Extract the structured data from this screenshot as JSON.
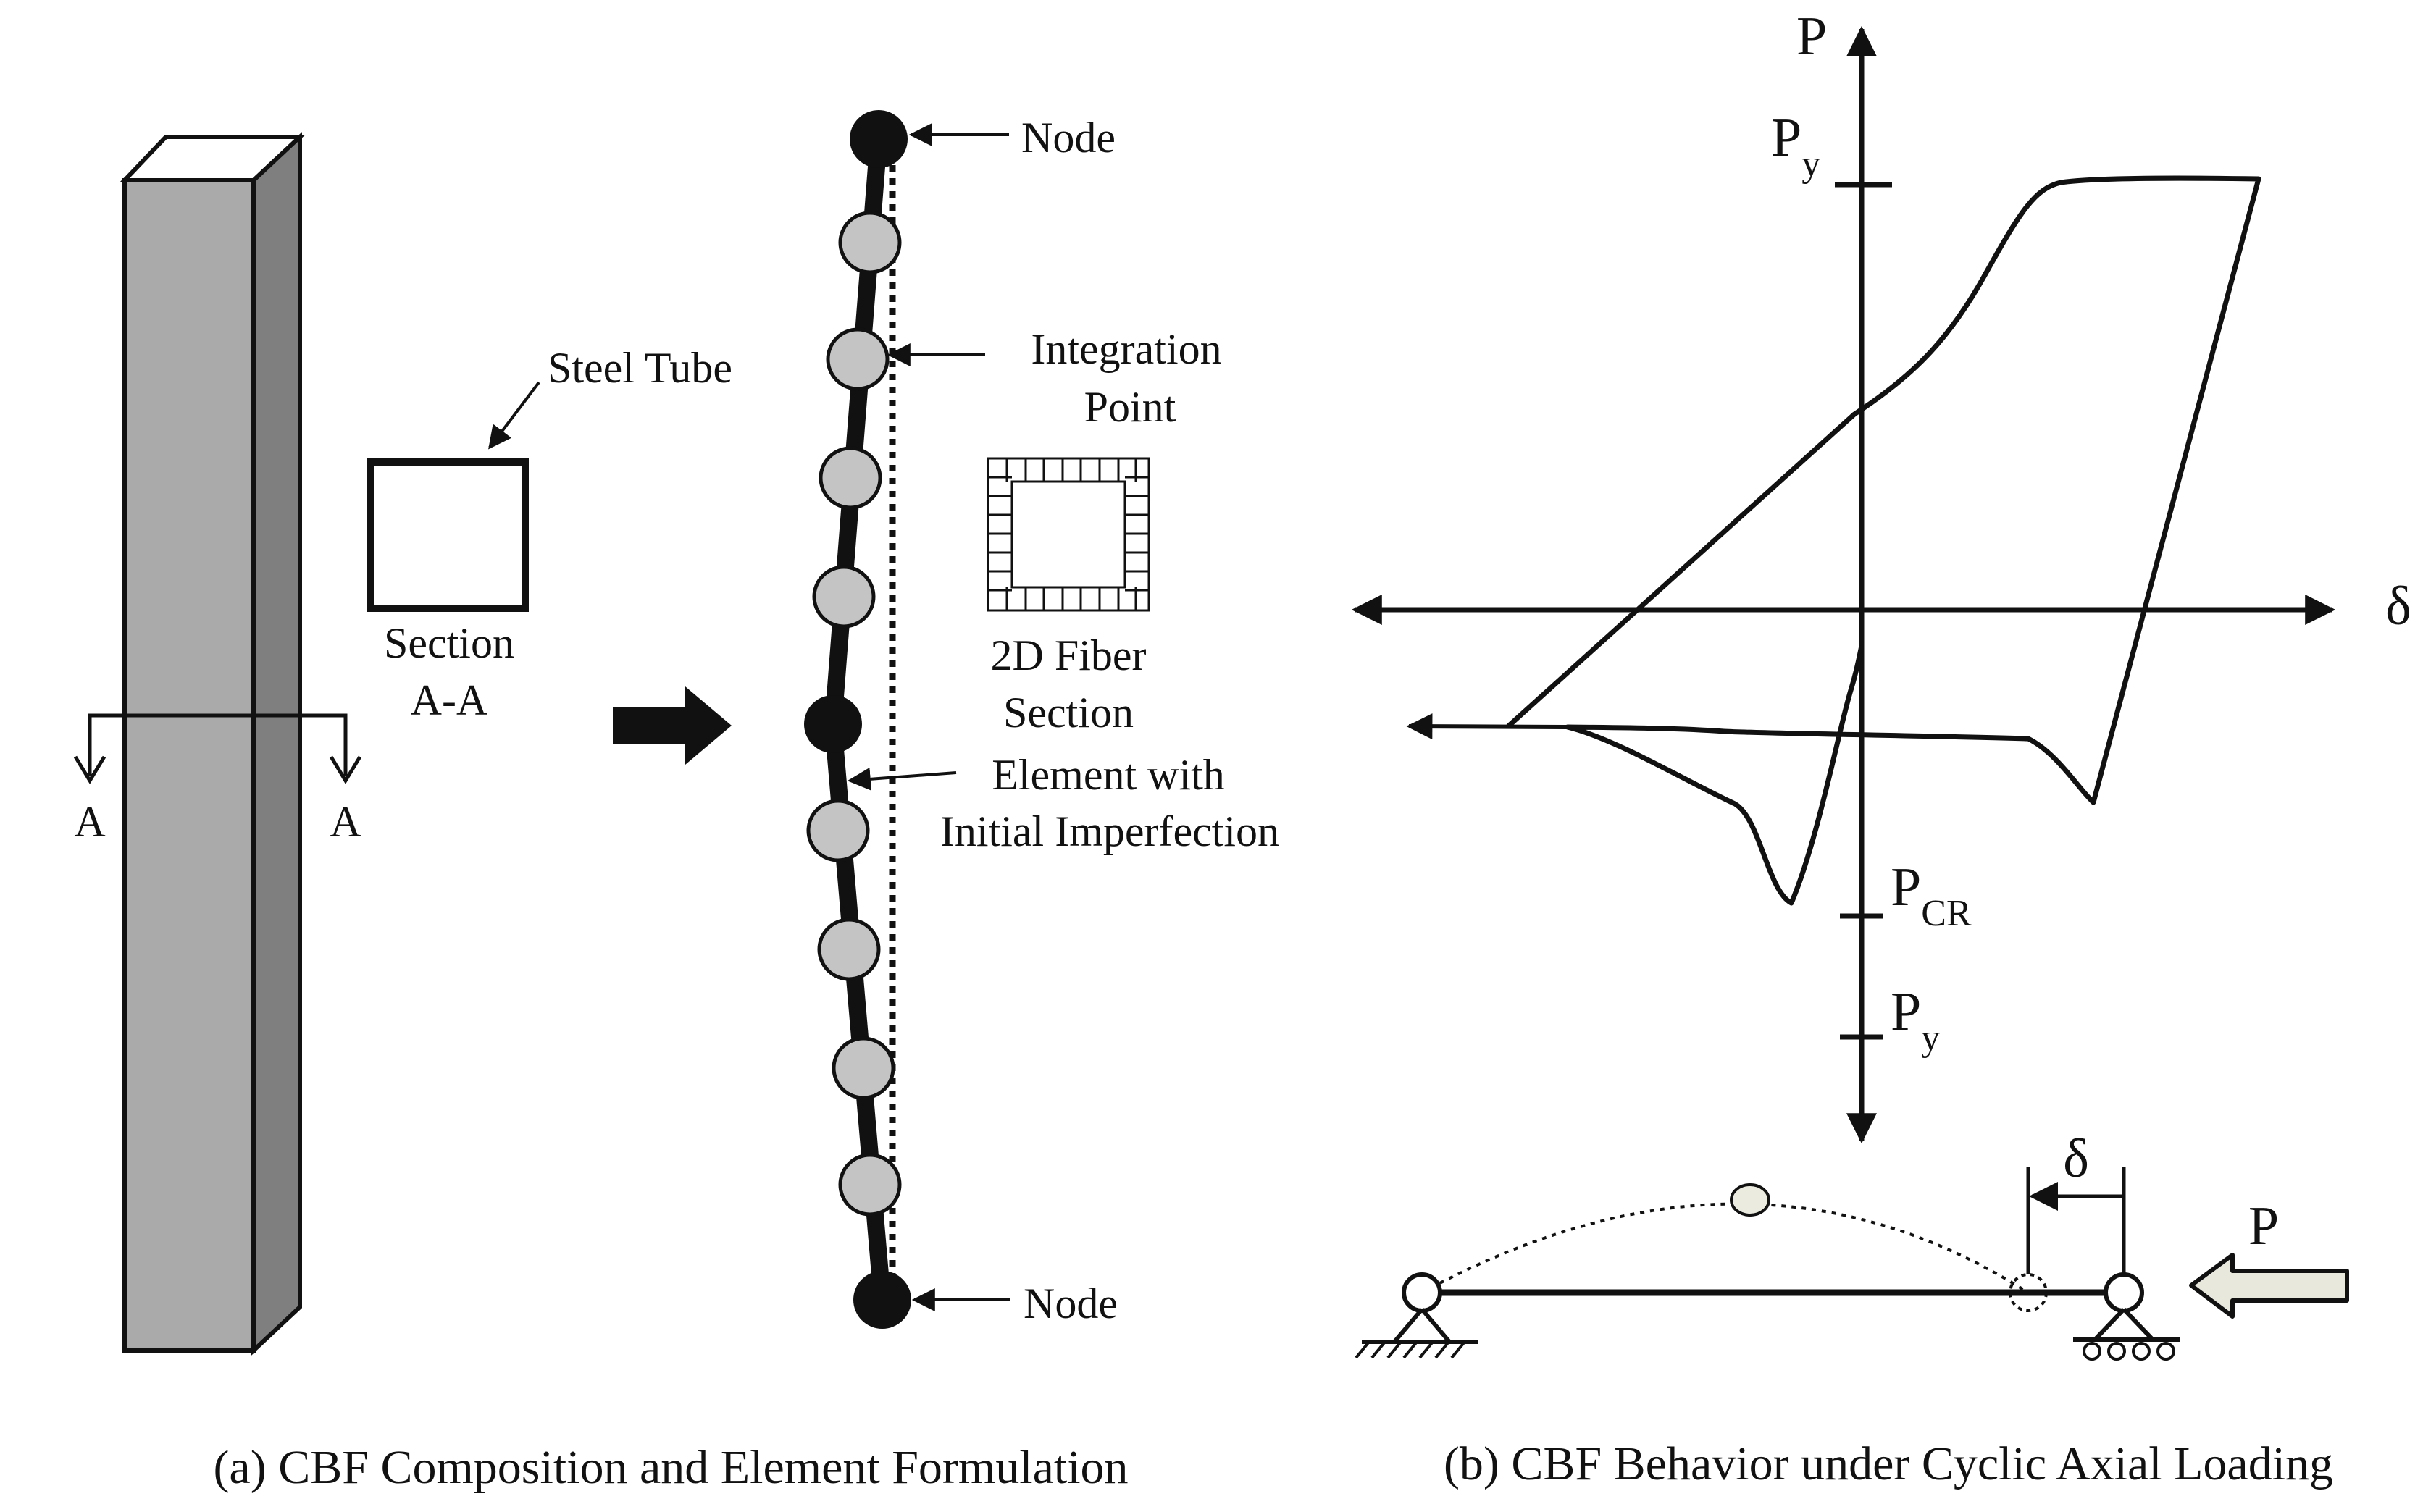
{
  "panel_a": {
    "section_marker_left": "A",
    "section_marker_right": "A",
    "steel_tube_label": "Steel Tube",
    "section_label_line1": "Section",
    "section_label_line2": "A-A",
    "node_top_label": "Node",
    "node_bottom_label": "Node",
    "integration_point_line1": "Integration",
    "integration_point_line2": "Point",
    "fiber_section_line1": "2D Fiber",
    "fiber_section_line2": "Section",
    "element_line1": "Element with",
    "element_line2": "Initial Imperfection",
    "caption": "(a) CBF Composition and Element Formulation"
  },
  "panel_b": {
    "axis_p_label": "P",
    "axis_delta_label": "δ",
    "py_top": {
      "main": "P",
      "sub": "y"
    },
    "pcr": {
      "main": "P",
      "sub": "CR"
    },
    "py_bottom": {
      "main": "P",
      "sub": "y"
    },
    "brace_delta_label": "δ",
    "load_label": "P",
    "caption": "(b) CBF Behavior under Cyclic Axial Loading"
  },
  "colors": {
    "ink": "#111111",
    "column_face": "#aaaaaa",
    "column_side": "#7f7f7f",
    "integration_point": "#c4c4c4",
    "buckled_node": "#ecebe0",
    "load_arrow": "#e9e8dc"
  }
}
